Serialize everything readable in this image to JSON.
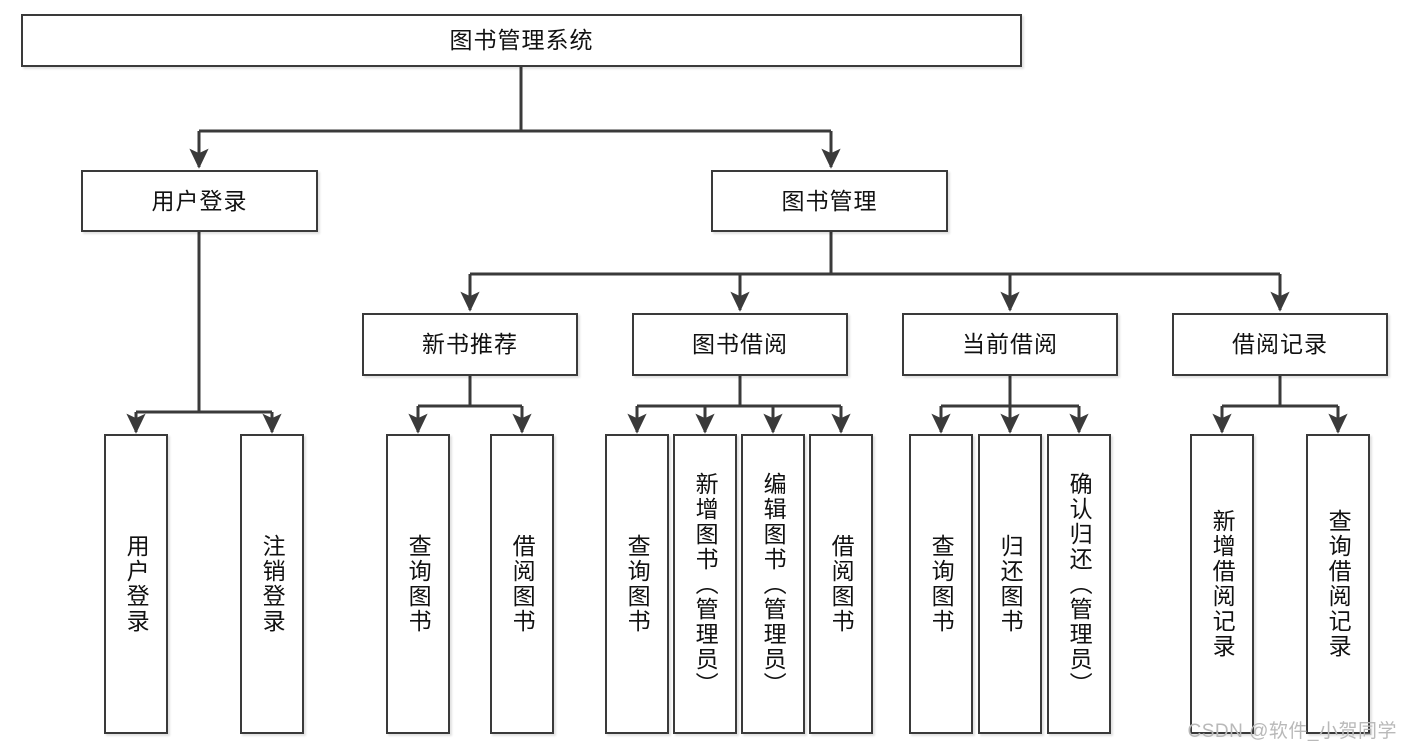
{
  "diagram": {
    "type": "tree-hierarchy",
    "title": "图书管理系统",
    "watermark": "CSDN @软件_小贺同学",
    "colors": {
      "box_border": "#3a3a3a",
      "box_fill": "#ffffff",
      "connector": "#3a3a3a",
      "text": "#111111",
      "watermark": "#b9b9b9"
    },
    "nodes": {
      "root": {
        "label": "图书管理系统"
      },
      "level2": [
        {
          "label": "用户登录"
        },
        {
          "label": "图书管理"
        }
      ],
      "level3": [
        {
          "label": "新书推荐"
        },
        {
          "label": "图书借阅"
        },
        {
          "label": "当前借阅"
        },
        {
          "label": "借阅记录"
        }
      ],
      "leaves": {
        "user_login": [
          {
            "label": "用户登录"
          },
          {
            "label": "注销登录"
          }
        ],
        "new_book_recommend": [
          {
            "label": "查询图书"
          },
          {
            "label": "借阅图书"
          }
        ],
        "book_borrow": [
          {
            "label": "查询图书"
          },
          {
            "label": "新增图书（管理员）"
          },
          {
            "label": "编辑图书（管理员）"
          },
          {
            "label": "借阅图书"
          }
        ],
        "current_borrow": [
          {
            "label": "查询图书"
          },
          {
            "label": "归还图书"
          },
          {
            "label": "确认归还（管理员）"
          }
        ],
        "borrow_record": [
          {
            "label": "新增借阅记录"
          },
          {
            "label": "查询借阅记录"
          }
        ]
      }
    }
  }
}
